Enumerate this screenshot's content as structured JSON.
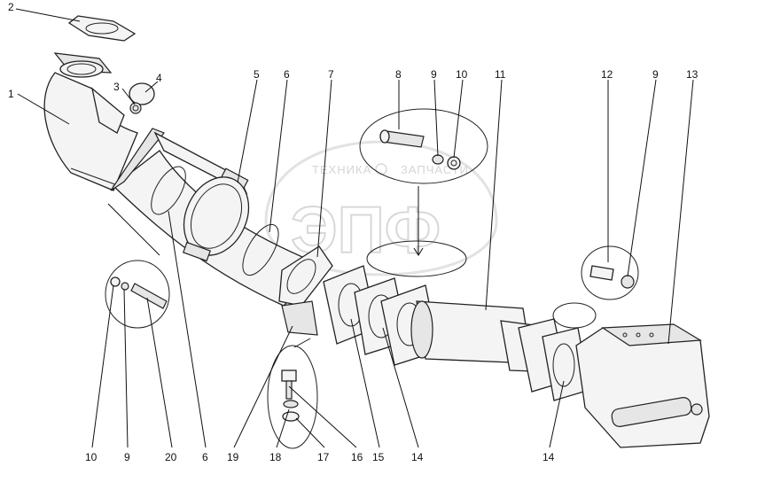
{
  "watermark": {
    "line1_left": "ТЕХНИКА",
    "line1_right": "ЗАПЧАСТИ",
    "logo": "ЭПФ"
  },
  "callouts": [
    {
      "id": "c2",
      "text": "2"
    },
    {
      "id": "c1",
      "text": "1"
    },
    {
      "id": "c3",
      "text": "3"
    },
    {
      "id": "c4",
      "text": "4"
    },
    {
      "id": "c5",
      "text": "5"
    },
    {
      "id": "c6t",
      "text": "6"
    },
    {
      "id": "c7",
      "text": "7"
    },
    {
      "id": "c8",
      "text": "8"
    },
    {
      "id": "c9t",
      "text": "9"
    },
    {
      "id": "c10t",
      "text": "10"
    },
    {
      "id": "c11",
      "text": "11"
    },
    {
      "id": "c12",
      "text": "12"
    },
    {
      "id": "c9r",
      "text": "9"
    },
    {
      "id": "c13",
      "text": "13"
    },
    {
      "id": "c10b",
      "text": "10"
    },
    {
      "id": "c9b",
      "text": "9"
    },
    {
      "id": "c20",
      "text": "20"
    },
    {
      "id": "c6b",
      "text": "6"
    },
    {
      "id": "c19",
      "text": "19"
    },
    {
      "id": "c18",
      "text": "18"
    },
    {
      "id": "c17",
      "text": "17"
    },
    {
      "id": "c16",
      "text": "16"
    },
    {
      "id": "c15",
      "text": "15"
    },
    {
      "id": "c14a",
      "text": "14"
    },
    {
      "id": "c14b",
      "text": "14"
    }
  ]
}
